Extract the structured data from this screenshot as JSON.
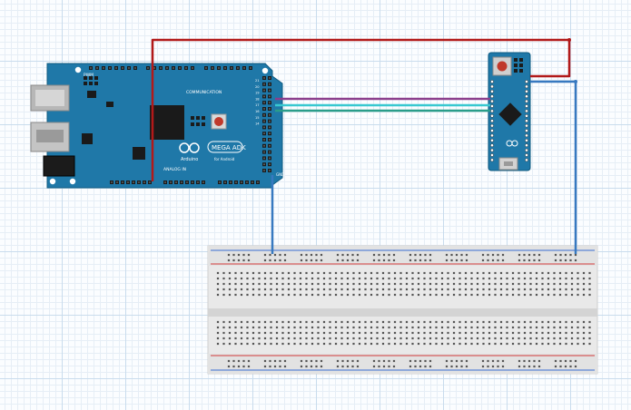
{
  "mega": {
    "model_label": "MEGA ADK",
    "subtitle": "for Android",
    "brand": "Arduino",
    "comm_label": "COMMUNICATION",
    "analog_label": "ANALOG IN",
    "pwm_label": "PWM",
    "gnd_label": "GND",
    "pin_labels": [
      "21",
      "20",
      "19",
      "18",
      "17",
      "16",
      "15",
      "14"
    ]
  },
  "micro": {
    "board_color": "#1f78a8"
  },
  "wires": {
    "red": "#b21919",
    "purple": "#8b3f8c",
    "cyan": "#38c8d0",
    "teal": "#2a9d8a",
    "blue": "#3779c0"
  },
  "colors": {
    "board": "#1f78a8",
    "breadboard": "#e8e8e8",
    "rail_red": "#d23a3a",
    "rail_blue": "#3a6fd2"
  }
}
